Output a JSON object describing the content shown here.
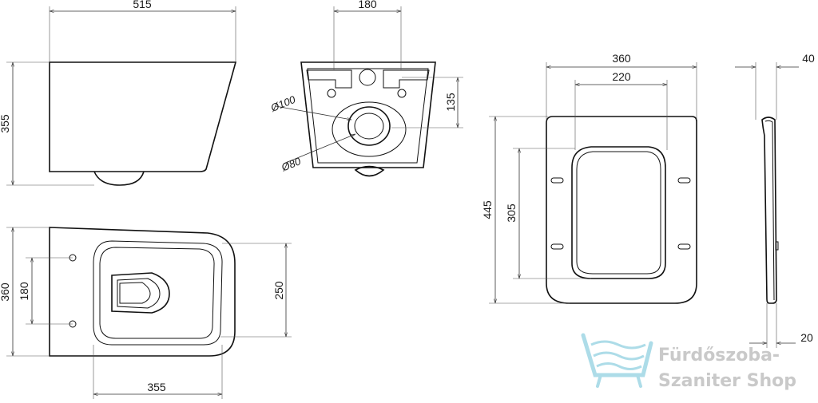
{
  "diagram": {
    "dimensions": {
      "side_width": "515",
      "side_height": "355",
      "rear_spacing": "180",
      "rear_height": "135",
      "outlet_d100": "Ø100",
      "outlet_d80": "Ø80",
      "top_height": "360",
      "top_bolt_spacing": "180",
      "top_bowl_width": "250",
      "top_length": "355",
      "seat_width": "360",
      "seat_inner_width": "220",
      "seat_length": "445",
      "seat_inner_length": "305",
      "seat_thickness": "40",
      "seat_edge": "20"
    },
    "watermark": {
      "line1": "Fürdőszoba-",
      "line2": "Szaniter Shop",
      "color": "#bfe3ec"
    }
  }
}
